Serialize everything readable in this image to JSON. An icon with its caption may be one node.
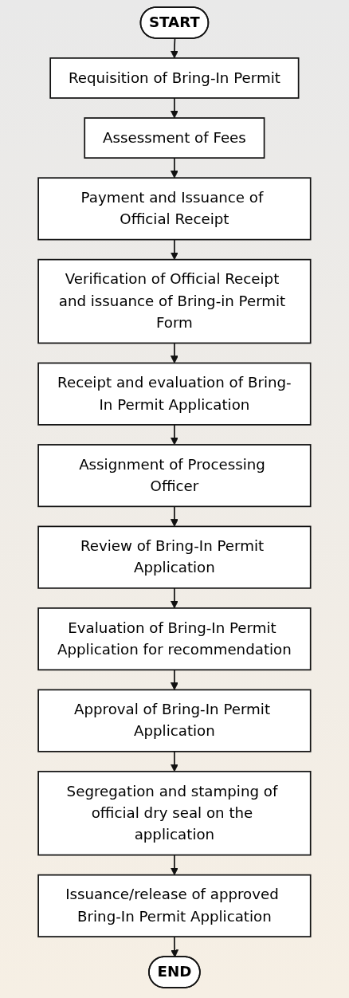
{
  "diagram": {
    "nodes": [
      {
        "text": [
          "START"
        ]
      },
      {
        "text": [
          "Requisition of Bring-In Permit"
        ]
      },
      {
        "text": [
          "Assessment of Fees"
        ]
      },
      {
        "text": [
          "Payment and Issuance of Official Receipt"
        ]
      },
      {
        "text": [
          "Verification of Official Receipt and issuance of Bring-in Permit Form"
        ]
      },
      {
        "text": [
          "Receipt and evaluation of Bring-In Permit Application"
        ]
      },
      {
        "text": [
          "Assignment of Processing Officer"
        ]
      },
      {
        "text": [
          "Review of Bring-In Permit Application"
        ]
      },
      {
        "text": [
          "Evaluation of Bring-In Permit Application for recommendation"
        ]
      },
      {
        "text": [
          "Approval of Bring-In Permit Application"
        ]
      },
      {
        "text": [
          "Segregation and stamping of official dry seal on the application"
        ]
      },
      {
        "text": [
          "Issuance/release of approved Bring-In Permit Application"
        ]
      },
      {
        "text": [
          "END"
        ]
      }
    ],
    "edges": [
      {
        "from": 0,
        "to": 1,
        "arrow": "to"
      },
      {
        "from": 1,
        "to": 2,
        "arrow": "to"
      },
      {
        "from": 2,
        "to": 3,
        "arrow": "to"
      },
      {
        "from": 3,
        "to": 4,
        "arrow": "to"
      },
      {
        "from": 4,
        "to": 5,
        "arrow": "to"
      },
      {
        "from": 5,
        "to": 6,
        "arrow": "to"
      },
      {
        "from": 6,
        "to": 7,
        "arrow": "to"
      },
      {
        "from": 7,
        "to": 8,
        "arrow": "to"
      },
      {
        "from": 8,
        "to": 9,
        "arrow": "to"
      },
      {
        "from": 9,
        "to": 10,
        "arrow": "to"
      },
      {
        "from": 10,
        "to": 11,
        "arrow": "to"
      },
      {
        "from": 11,
        "to": 12,
        "arrow": "to"
      }
    ]
  }
}
